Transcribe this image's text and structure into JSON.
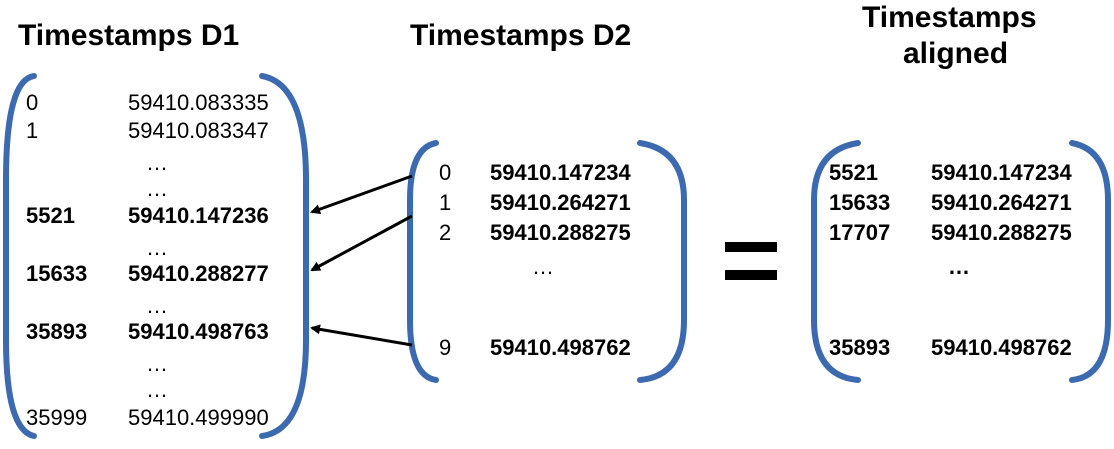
{
  "colors": {
    "bracket": "#3c6ab0",
    "arrow": "#000000"
  },
  "d1": {
    "title": "Timestamps D1",
    "rows": [
      {
        "index": "0",
        "value": "59410.083335",
        "bold": false
      },
      {
        "index": "1",
        "value": "59410.083347",
        "bold": false
      },
      {
        "index": "5521",
        "value": "59410.147236",
        "bold": true
      },
      {
        "index": "15633",
        "value": "59410.288277",
        "bold": true
      },
      {
        "index": "35893",
        "value": "59410.498763",
        "bold": true
      },
      {
        "index": "35999",
        "value": "59410.499990",
        "bold": false
      }
    ],
    "ellipsis": "…"
  },
  "d2": {
    "title": "Timestamps D2",
    "rows": [
      {
        "index": "0",
        "value": "59410.147234"
      },
      {
        "index": "1",
        "value": "59410.264271"
      },
      {
        "index": "2",
        "value": "59410.288275"
      },
      {
        "index": "9",
        "value": "59410.498762"
      }
    ],
    "ellipsis": "…"
  },
  "aligned": {
    "title_line1": "Timestamps",
    "title_line2": "aligned",
    "rows": [
      {
        "index": "5521",
        "value": "59410.147234"
      },
      {
        "index": "15633",
        "value": "59410.264271"
      },
      {
        "index": "17707",
        "value": "59410.288275"
      },
      {
        "index": "35893",
        "value": "59410.498762"
      }
    ],
    "ellipsis": "…"
  }
}
